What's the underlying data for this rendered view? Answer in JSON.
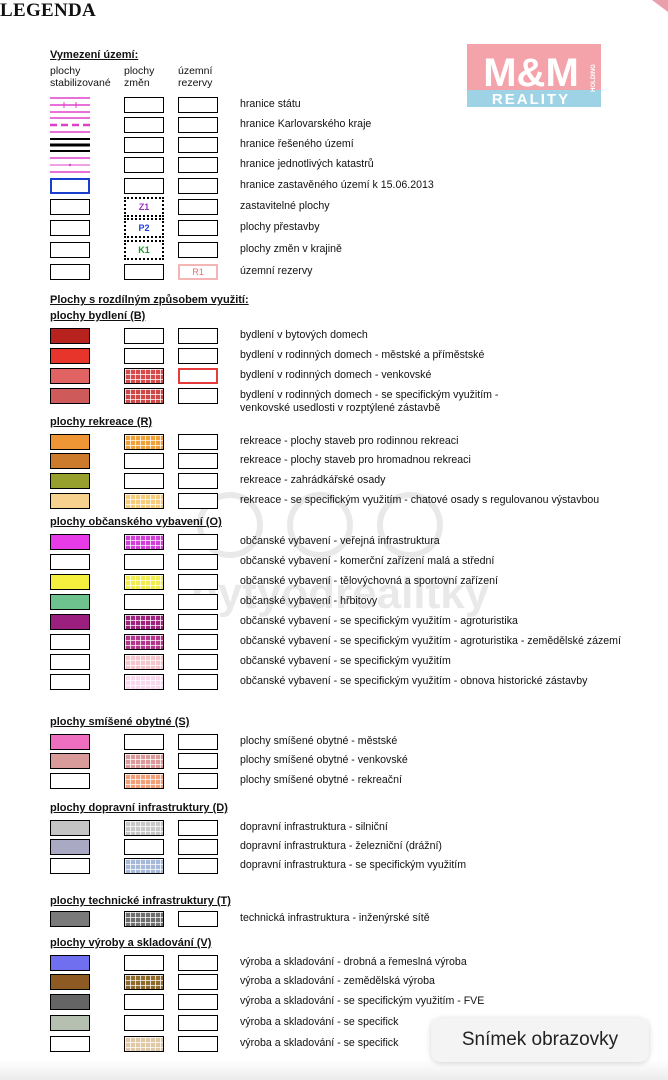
{
  "title": "LEGENDA",
  "logo": {
    "brand": "M&M",
    "subtitle": "REALITY",
    "side": "HOLDING"
  },
  "watermark": {
    "text": "bytyodrealitky"
  },
  "overlay": {
    "screenshot_label": "Snímek obrazovky"
  },
  "colors": {
    "pink_boundary": "#e040c8",
    "blue_boundary": "#1a3fcf",
    "reserve_red": "#e63b3b"
  },
  "vymezeni": {
    "heading": "Vymezení území:",
    "col_stab": "plochy\nstabilizované",
    "col_zmen": "plochy\nzměn",
    "col_rez": "územní\nrezervy",
    "items": [
      {
        "label": "hranice státu"
      },
      {
        "label": "hranice  Karlovarského kraje"
      },
      {
        "label": "hranice řešeného území"
      },
      {
        "label": "hranice jednotlivých katastrů"
      },
      {
        "label": "hranice zastavěného území k 15.06.2013"
      },
      {
        "label": "zastavitelné plochy",
        "code": "Z1",
        "code_color": "#9b30c8"
      },
      {
        "label": "plochy přestavby",
        "code": "P2",
        "code_color": "#1f3fd6"
      },
      {
        "label": "plochy změn v krajině",
        "code": "K1",
        "code_color": "#1e9a2a"
      },
      {
        "label": "územní rezervy",
        "code": "R1",
        "code_color": "#f06a6a"
      }
    ]
  },
  "plochy_heading": "Plochy s rozdílným způsobem využití:",
  "groups": [
    {
      "id": "bydleni",
      "heading": "plochy bydlení (B)",
      "items": [
        {
          "label": "bydlení v bytových domech",
          "stab": "#b7221f",
          "zmen": null
        },
        {
          "label": "bydlení v rodinných domech - městské a příměstské",
          "stab": "#e8352c",
          "zmen": null
        },
        {
          "label": "bydlení v rodinných domech - venkovské",
          "stab": "#e06262",
          "zmen": "#d84a4a",
          "rez": "#e63b3b"
        },
        {
          "label": "bydlení v rodinných domech - se specifickým využitím -",
          "label2": "venkovské usedlosti v rozptýlené zástavbě",
          "stab": "#cf5a5a",
          "zmen": "#cf4848"
        }
      ]
    },
    {
      "id": "rekreace",
      "heading": "plochy rekreace (R)",
      "items": [
        {
          "label": "rekreace - plochy staveb pro rodinnou rekreaci",
          "stab": "#ee9535",
          "zmen": "#f0a23a"
        },
        {
          "label": "rekreace - plochy staveb pro hromadnou rekreaci",
          "stab": "#cc7b2c",
          "zmen": null
        },
        {
          "label": "rekreace - zahrádkářské osady",
          "stab": "#97a02c",
          "zmen": null
        },
        {
          "label": "rekreace - se specifickým využitím - chatové osady s regulovanou výstavbou",
          "stab": "#f7d28f",
          "zmen": "#f7cd7c"
        }
      ]
    },
    {
      "id": "obcanske",
      "heading": "plochy občanského vybavení (O)",
      "items": [
        {
          "label": "občanské vybavení - veřejná infrastruktura",
          "stab": "#e63be6",
          "zmen": "#d43fd9"
        },
        {
          "label": "občanské vybavení - komerční zařízení malá a střední",
          "stab": null,
          "zmen": null
        },
        {
          "label": "občanské vybavení - tělovýchovná a sportovní zařízení",
          "stab": "#f5ef3e",
          "zmen": "#f2ec4c"
        },
        {
          "label": "občanské vybavení - hřbitovy",
          "stab": "#6ec28e",
          "zmen": null
        },
        {
          "label": "občanské vybavení - se specifickým využitím - agroturistika",
          "stab": "#9a1f7e",
          "zmen": "#a0247f"
        },
        {
          "label": "občanské vybavení - se specifickým využitím - agroturistika - zemědělské zázemí",
          "stab": null,
          "zmen": "#b3378d"
        },
        {
          "label": "občanské vybavení - se specifickým využitím",
          "stab": null,
          "zmen": "#f5c6cc"
        },
        {
          "label": "občanské vybavení - se specifickým využitím - obnova historické zástavby",
          "stab": null,
          "zmen": "#f8d9ef"
        }
      ]
    },
    {
      "id": "smisene",
      "heading": "plochy smíšené obytné (S)",
      "items": [
        {
          "label": "plochy smíšené obytné - městské",
          "stab": "#ee6ec0",
          "zmen": null
        },
        {
          "label": "plochy smíšené obytné - venkovské",
          "stab": "#d99a9a",
          "zmen": "#dc9a9a"
        },
        {
          "label": "plochy smíšené obytné - rekreační",
          "stab": null,
          "zmen": "#f2a07a"
        }
      ]
    },
    {
      "id": "dopravni",
      "heading": "plochy dopravní infrastruktury (D)",
      "items": [
        {
          "label": "dopravní infrastruktura - silniční",
          "stab": "#c4c4c4",
          "zmen": "#c8c8c8"
        },
        {
          "label": "dopravní infrastruktura - železniční (drážní)",
          "stab": "#a9a9c4",
          "zmen": null
        },
        {
          "label": "dopravní infrastruktura - se specifickým využitím",
          "stab": null,
          "zmen": "#a7b9d8"
        }
      ]
    },
    {
      "id": "technicka",
      "heading": "plochy technické infrastruktury (T)",
      "items": [
        {
          "label": "technická infrastruktura - inženýrské sítě",
          "stab": "#7a7a7a",
          "zmen": "#6f6f6f"
        }
      ]
    },
    {
      "id": "vyroba",
      "heading": "plochy výroby a skladování (V)",
      "items": [
        {
          "label": "výroba a skladování - drobná a řemeslná výroba",
          "stab": "#6f6ff0",
          "zmen": null
        },
        {
          "label": "výroba a skladování - zemědělská výroba",
          "stab": "#8c5a22",
          "zmen": "#8e6a2c"
        },
        {
          "label": "výroba a skladování - se specifickým využitím - FVE",
          "stab": "#656565",
          "zmen": null
        },
        {
          "label": "výroba a skladování - se specifick",
          "stab": "#b6c0b0",
          "zmen": null
        },
        {
          "label": "výroba a skladování - se specifick",
          "stab": null,
          "zmen": "#e0c9a6"
        }
      ]
    }
  ]
}
